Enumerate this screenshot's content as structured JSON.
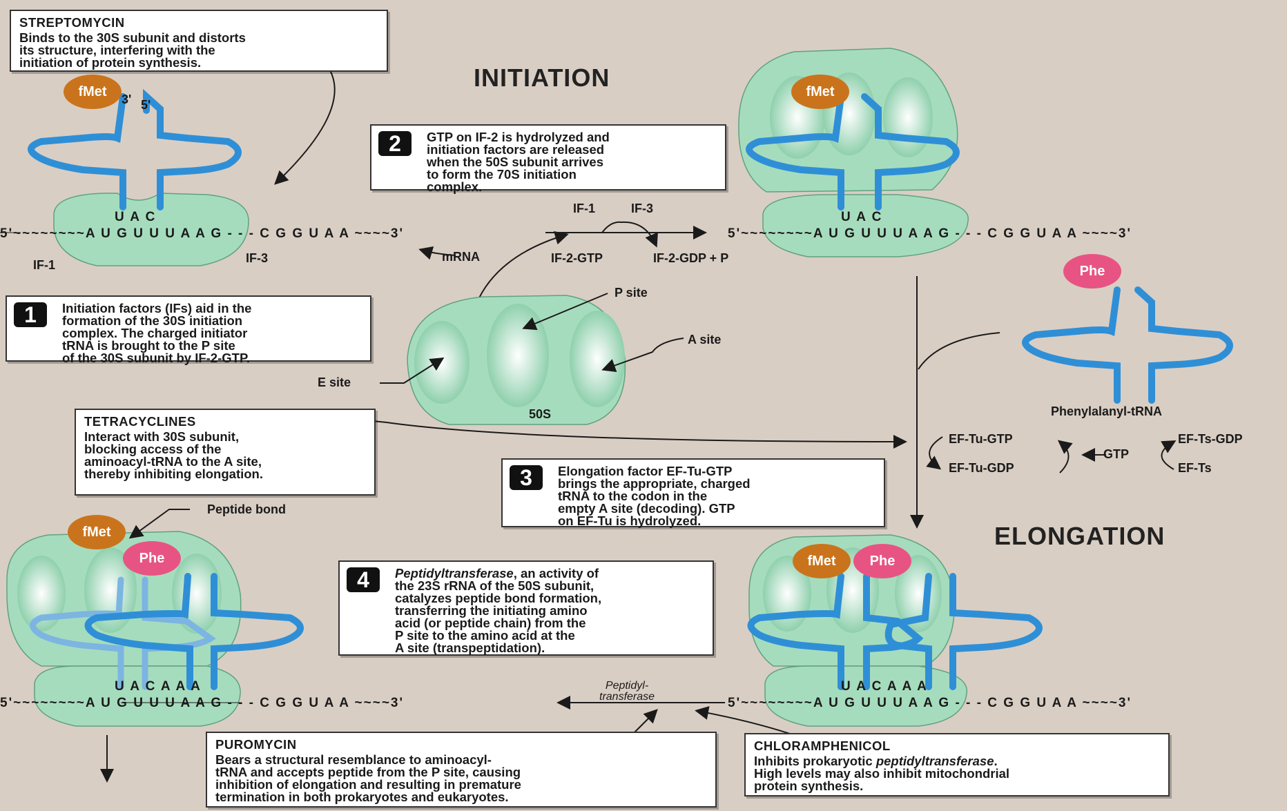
{
  "titles": {
    "initiation": "INITIATION",
    "elongation": "ELONGATION"
  },
  "colors": {
    "ribosome": "#a6dcbe",
    "trna": "#2f8fd6",
    "fmet": "#c9741c",
    "phe": "#e75483",
    "background": "#d9cec4"
  },
  "boxes": {
    "streptomycin": {
      "header": "STREPTOMYCIN",
      "text": "Binds to the 30S subunit and distorts\nits structure, interfering with the\ninitiation of protein synthesis."
    },
    "step1": {
      "num": "1",
      "text": "Initiation factors (IFs) aid in the\nformation of the 30S initiation\ncomplex. The charged initiator\ntRNA is brought to the P site\nof the 30S subunit by IF-2-GTP."
    },
    "step2": {
      "num": "2",
      "text": "GTP on IF-2 is hydrolyzed and\ninitiation factors are released\nwhen the 50S subunit arrives\nto form the 70S initiation\ncomplex."
    },
    "tetracyclines": {
      "header": "TETRACYCLINES",
      "text": "Interact with 30S subunit,\nblocking access of the\naminoacyl-tRNA to the A site,\nthereby inhibiting elongation."
    },
    "step3": {
      "num": "3",
      "text": "Elongation factor EF-Tu-GTP\nbrings the appropriate, charged\ntRNA to the codon in the\nempty A site (decoding). GTP\non EF-Tu is hydrolyzed."
    },
    "step4": {
      "num": "4",
      "text_italic": "Peptidyltransferase",
      "text": ", an activity of\nthe 23S rRNA of the 50S subunit,\ncatalyzes peptide bond formation,\ntransferring the initiating amino\nacid (or peptide chain) from the\nP site to the amino acid at the\nA site (transpeptidation)."
    },
    "puromycin": {
      "header": "PUROMYCIN",
      "text": "Bears a structural resemblance to aminoacyl-\ntRNA and accepts peptide from the P site, causing\ninhibition of elongation and resulting in premature\ntermination in both prokaryotes and eukaryotes."
    },
    "chloramphenicol": {
      "header": "CHLORAMPHENICOL",
      "text_start": "Inhibits prokaryotic ",
      "text_italic": "peptidyltransferase",
      "text_end": ".\nHigh levels may also inhibit mitochondrial\nprotein synthesis."
    }
  },
  "labels": {
    "fmet": "fMet",
    "phe": "Phe",
    "three_prime": "3'",
    "five_prime": "5'",
    "if1": "IF-1",
    "if3": "IF-3",
    "mrna": "mRNA",
    "if1_top": "IF-1",
    "if3_top": "IF-3",
    "if2gtp": "IF-2-GTP",
    "if2gdp": "IF-2-GDP + P",
    "p_site": "P site",
    "a_site": "A site",
    "e_site": "E site",
    "s50": "50S",
    "phenylalanyl": "Phenylalanyl-tRNA",
    "ef_tu_gtp": "EF-Tu-GTP",
    "ef_tu_gdp": "EF-Tu-GDP",
    "gtp": "GTP",
    "ef_ts_gdp": "EF-Ts-GDP",
    "ef_ts": "EF-Ts",
    "peptide_bond": "Peptide bond",
    "peptidyl_transferase": "Peptidyl-\ntransferase"
  },
  "sequences": {
    "anticodon_uac": "U A C",
    "anticodon_uacaaa": "U A C  A A A",
    "mrna_left": "5'~~~~~~~~A U G  U U U  A A G - - - C G G U A A ~~~~3'",
    "mrna_right": "5'~~~~~~~~A U G  U U U  A A G - - - C G G U A A ~~~~3'"
  }
}
